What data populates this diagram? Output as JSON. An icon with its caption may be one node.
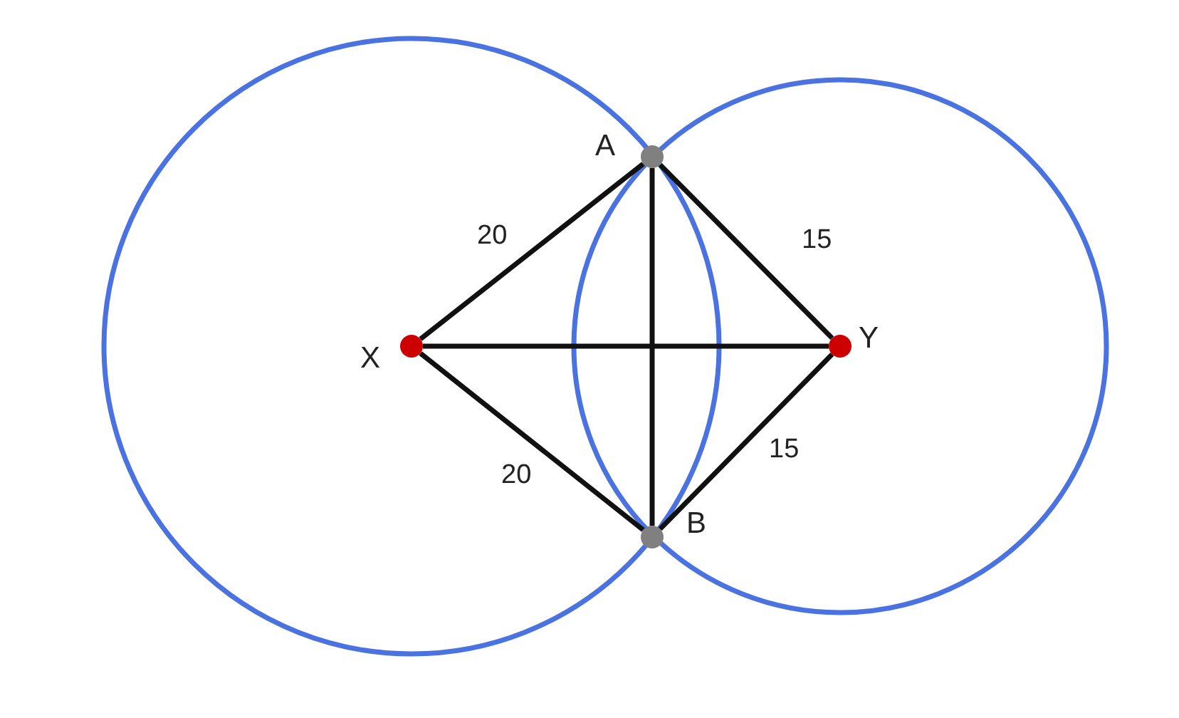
{
  "diagram": {
    "nodes": [
      {
        "text": [
          "A"
        ]
      },
      {
        "text": [
          "X"
        ]
      },
      {
        "text": [
          "Y"
        ]
      },
      {
        "text": [
          "B"
        ]
      }
    ],
    "edges": [
      {
        "from": 1,
        "to": 0,
        "arrow": "none",
        "label": "20"
      },
      {
        "from": 0,
        "to": 2,
        "arrow": "none",
        "label": "15"
      },
      {
        "from": 0,
        "to": 3,
        "arrow": "none"
      },
      {
        "from": 1,
        "to": 2,
        "arrow": "none"
      },
      {
        "from": 1,
        "to": 3,
        "arrow": "none",
        "label": "20"
      },
      {
        "from": 2,
        "to": 3,
        "arrow": "none",
        "label": "15"
      }
    ]
  }
}
